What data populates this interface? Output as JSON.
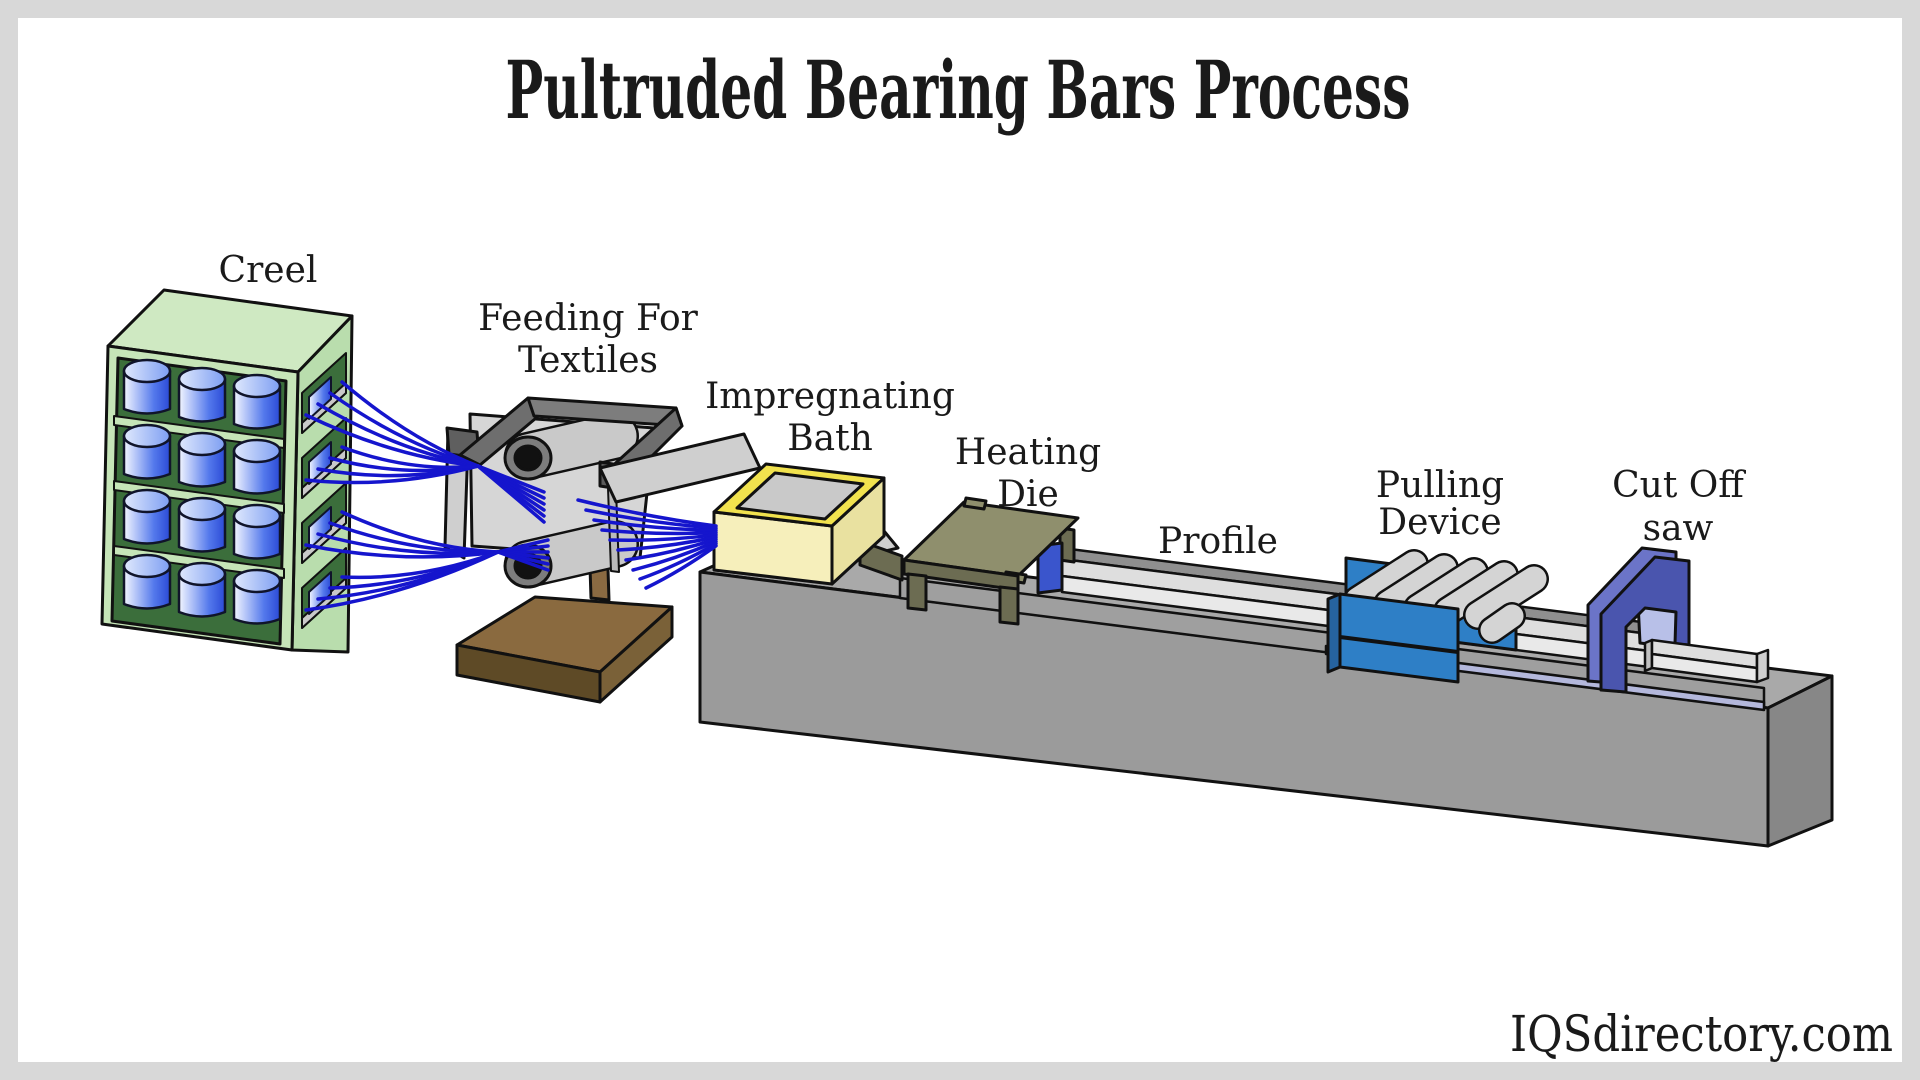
{
  "title": "Pultruded Bearing Bars Process",
  "watermark": "IQSdirectory.com",
  "labels": {
    "creel": "Creel",
    "feeding_line1": "Feeding For",
    "feeding_line2": "Textiles",
    "impregnating_line1": "Impregnating",
    "impregnating_line2": "Bath",
    "heating_line1": "Heating",
    "heating_line2": "Die",
    "profile": "Profile",
    "pulling_line1": "Pulling",
    "pulling_line2": "Device",
    "cutoff_line1": "Cut Off",
    "cutoff_line2": "saw"
  },
  "process_steps": [
    "Creel",
    "Feeding For Textiles",
    "Impregnating Bath",
    "Heating Die",
    "Profile",
    "Pulling Device",
    "Cut Off saw"
  ],
  "colors": {
    "fiber": "#1515cd",
    "creel_frame": "#c6e5b8",
    "creel_top": "#cfe9c2",
    "creel_side": "#b9ddad",
    "creel_interior": "#3b6e3b",
    "spool_blue": "#3f68e8",
    "bath_wall": "#f6efbb",
    "bath_side": "#e9e1a0",
    "bath_rim": "#f1e24e",
    "die_olive": "#8f8f6d",
    "die_dark": "#6c6c52",
    "die_block_blue": "#3a55cc",
    "puller_blue": "#2e7fc6",
    "saw_indigo": "#4a55ae",
    "saw_light": "#6b74c8",
    "saw_window": "#b8c0e8",
    "bed_gray": "#a9a9a9",
    "bed_front": "#9b9b9b",
    "bed_side": "#878787",
    "profile_light": "#e9e9e9",
    "rail_lavender": "#b4b8dc",
    "base_brown": "#8a6a3f",
    "band_gray": "#cfcfcf",
    "text": "#1a1a1a",
    "canvas_border": "#d8d8d8"
  }
}
